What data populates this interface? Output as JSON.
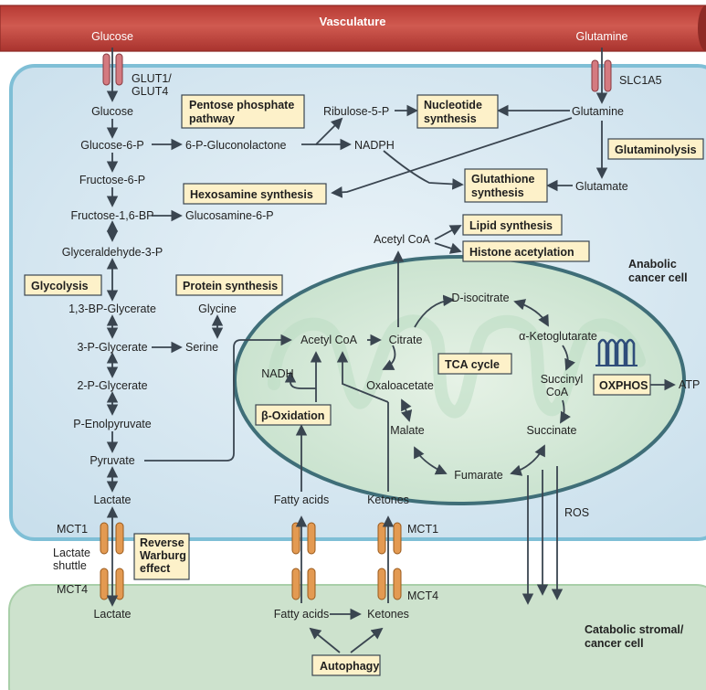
{
  "regions": {
    "vessel": "Vasculature",
    "anabolic": [
      "Anabolic",
      "cancer cell"
    ],
    "catabolic": [
      "Catabolic stromal/",
      "cancer cell"
    ]
  },
  "transporters": {
    "glut": [
      "GLUT1/",
      "GLUT4"
    ],
    "slc": "SLC1A5",
    "mct1_left": "MCT1",
    "mct4_left": "MCT4",
    "mct1_right": "MCT1",
    "mct4_right": "MCT4",
    "lactate_shuttle": [
      "Lactate",
      "shuttle"
    ]
  },
  "metabolites": {
    "glucose_vessel": "Glucose",
    "glutamine_vessel": "Glutamine",
    "glucose": "Glucose",
    "glucose_6p": "Glucose-6-P",
    "gluconolactone": "6-P-Gluconolactone",
    "ribulose": "Ribulose-5-P",
    "nadph": "NADPH",
    "glutamine": "Glutamine",
    "glutamate": "Glutamate",
    "fructose_6p": "Fructose-6-P",
    "fructose_16bp": "Fructose-1,6-BP",
    "glucosamine": "Glucosamine-6-P",
    "glyceraldehyde": "Glyceraldehyde-3-P",
    "bp_glycerate": "1,3-BP-Glycerate",
    "glycine": "Glycine",
    "p3_glycerate": "3-P-Glycerate",
    "serine": "Serine",
    "p2_glycerate": "2-P-Glycerate",
    "pep": "P-Enolpyruvate",
    "pyruvate": "Pyruvate",
    "lactate_in": "Lactate",
    "lactate_out": "Lactate",
    "acetyl_coa_cyto": "Acetyl CoA",
    "acetyl_coa_mito": "Acetyl CoA",
    "nadh": "NADH",
    "citrate": "Citrate",
    "isocitrate": "D-isocitrate",
    "akg": "α-Ketoglutarate",
    "oxaloacetate": "Oxaloacetate",
    "succinyl": [
      "Succinyl",
      "CoA"
    ],
    "malate": "Malate",
    "succinate": "Succinate",
    "fumarate": "Fumarate",
    "fatty_acids_in": "Fatty acids",
    "ketones_in": "Ketones",
    "fatty_acids_out": "Fatty acids",
    "ketones_out": "Ketones",
    "atp": "ATP",
    "ros": "ROS"
  },
  "boxes": {
    "ppp": [
      "Pentose phosphate",
      "pathway"
    ],
    "nucleotide": [
      "Nucleotide",
      "synthesis"
    ],
    "glutaminolysis": "Glutaminolysis",
    "glutathione": [
      "Glutathione",
      "synthesis"
    ],
    "hexosamine": "Hexosamine synthesis",
    "lipid": "Lipid synthesis",
    "histone": "Histone acetylation",
    "glycolysis": "Glycolysis",
    "protein": "Protein synthesis",
    "tca": "TCA cycle",
    "oxphos": "OXPHOS",
    "beta_ox": "β-Oxidation",
    "reverse_warburg": [
      "Reverse",
      "Warburg",
      "effect"
    ],
    "autophagy": "Autophagy"
  },
  "colors": {
    "vessel": "#c2473f",
    "anabolic_cell": "#d3e5ef",
    "anabolic_border": "#7fbfd6",
    "catabolic_cell": "#cfe3cf",
    "mitochondrion": "#d6ead9",
    "mito_border": "#3f6e78",
    "box_fill": "#fdf1c9",
    "transporter_glut": "#d47a80",
    "transporter_mct": "#e39a52",
    "arrow": "#3a4550"
  }
}
